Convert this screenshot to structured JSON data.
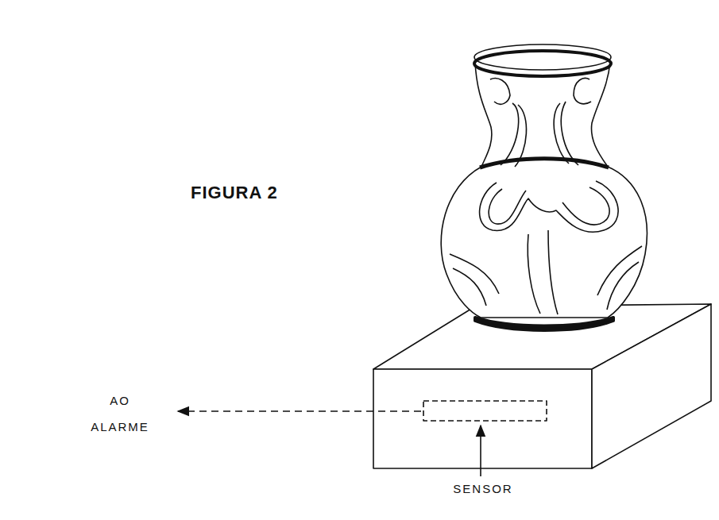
{
  "diagram": {
    "title": "FIGURA 2",
    "labels": [
      "AO ALARME",
      "SENSOR"
    ]
  }
}
